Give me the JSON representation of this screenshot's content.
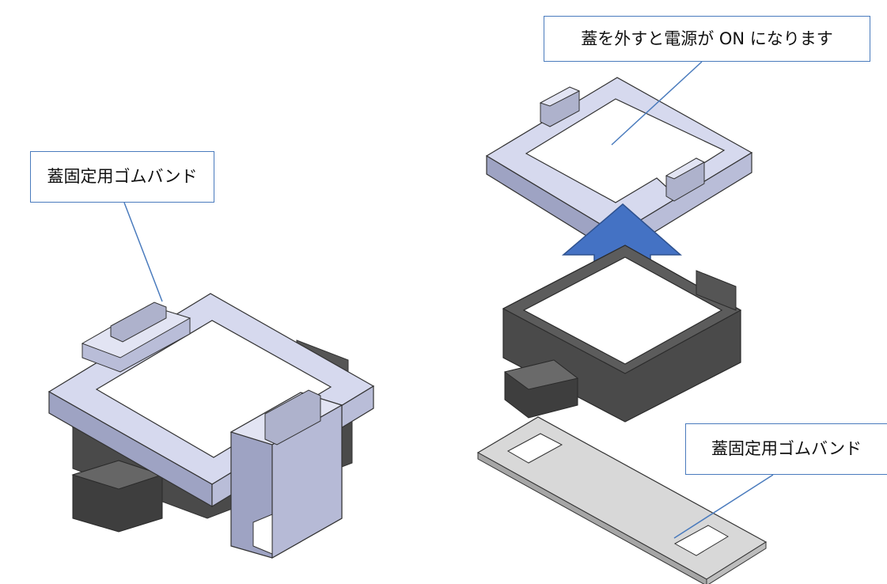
{
  "callouts": {
    "lid_removal_power": "蓋を外すと電源が ON になります",
    "rubber_band_left": "蓋固定用ゴムバンド",
    "rubber_band_right": "蓋固定用ゴムバンド"
  },
  "colors": {
    "lid_face": "#ffffff",
    "lid_side": "#aeb2cc",
    "lid_side_dark": "#8e93b3",
    "body_dark": "#4a4a4a",
    "body_mid": "#5c5c5c",
    "band_face": "#d8d8d8",
    "arrow_fill": "#4472c4",
    "callout_border": "#4a7bbd"
  }
}
